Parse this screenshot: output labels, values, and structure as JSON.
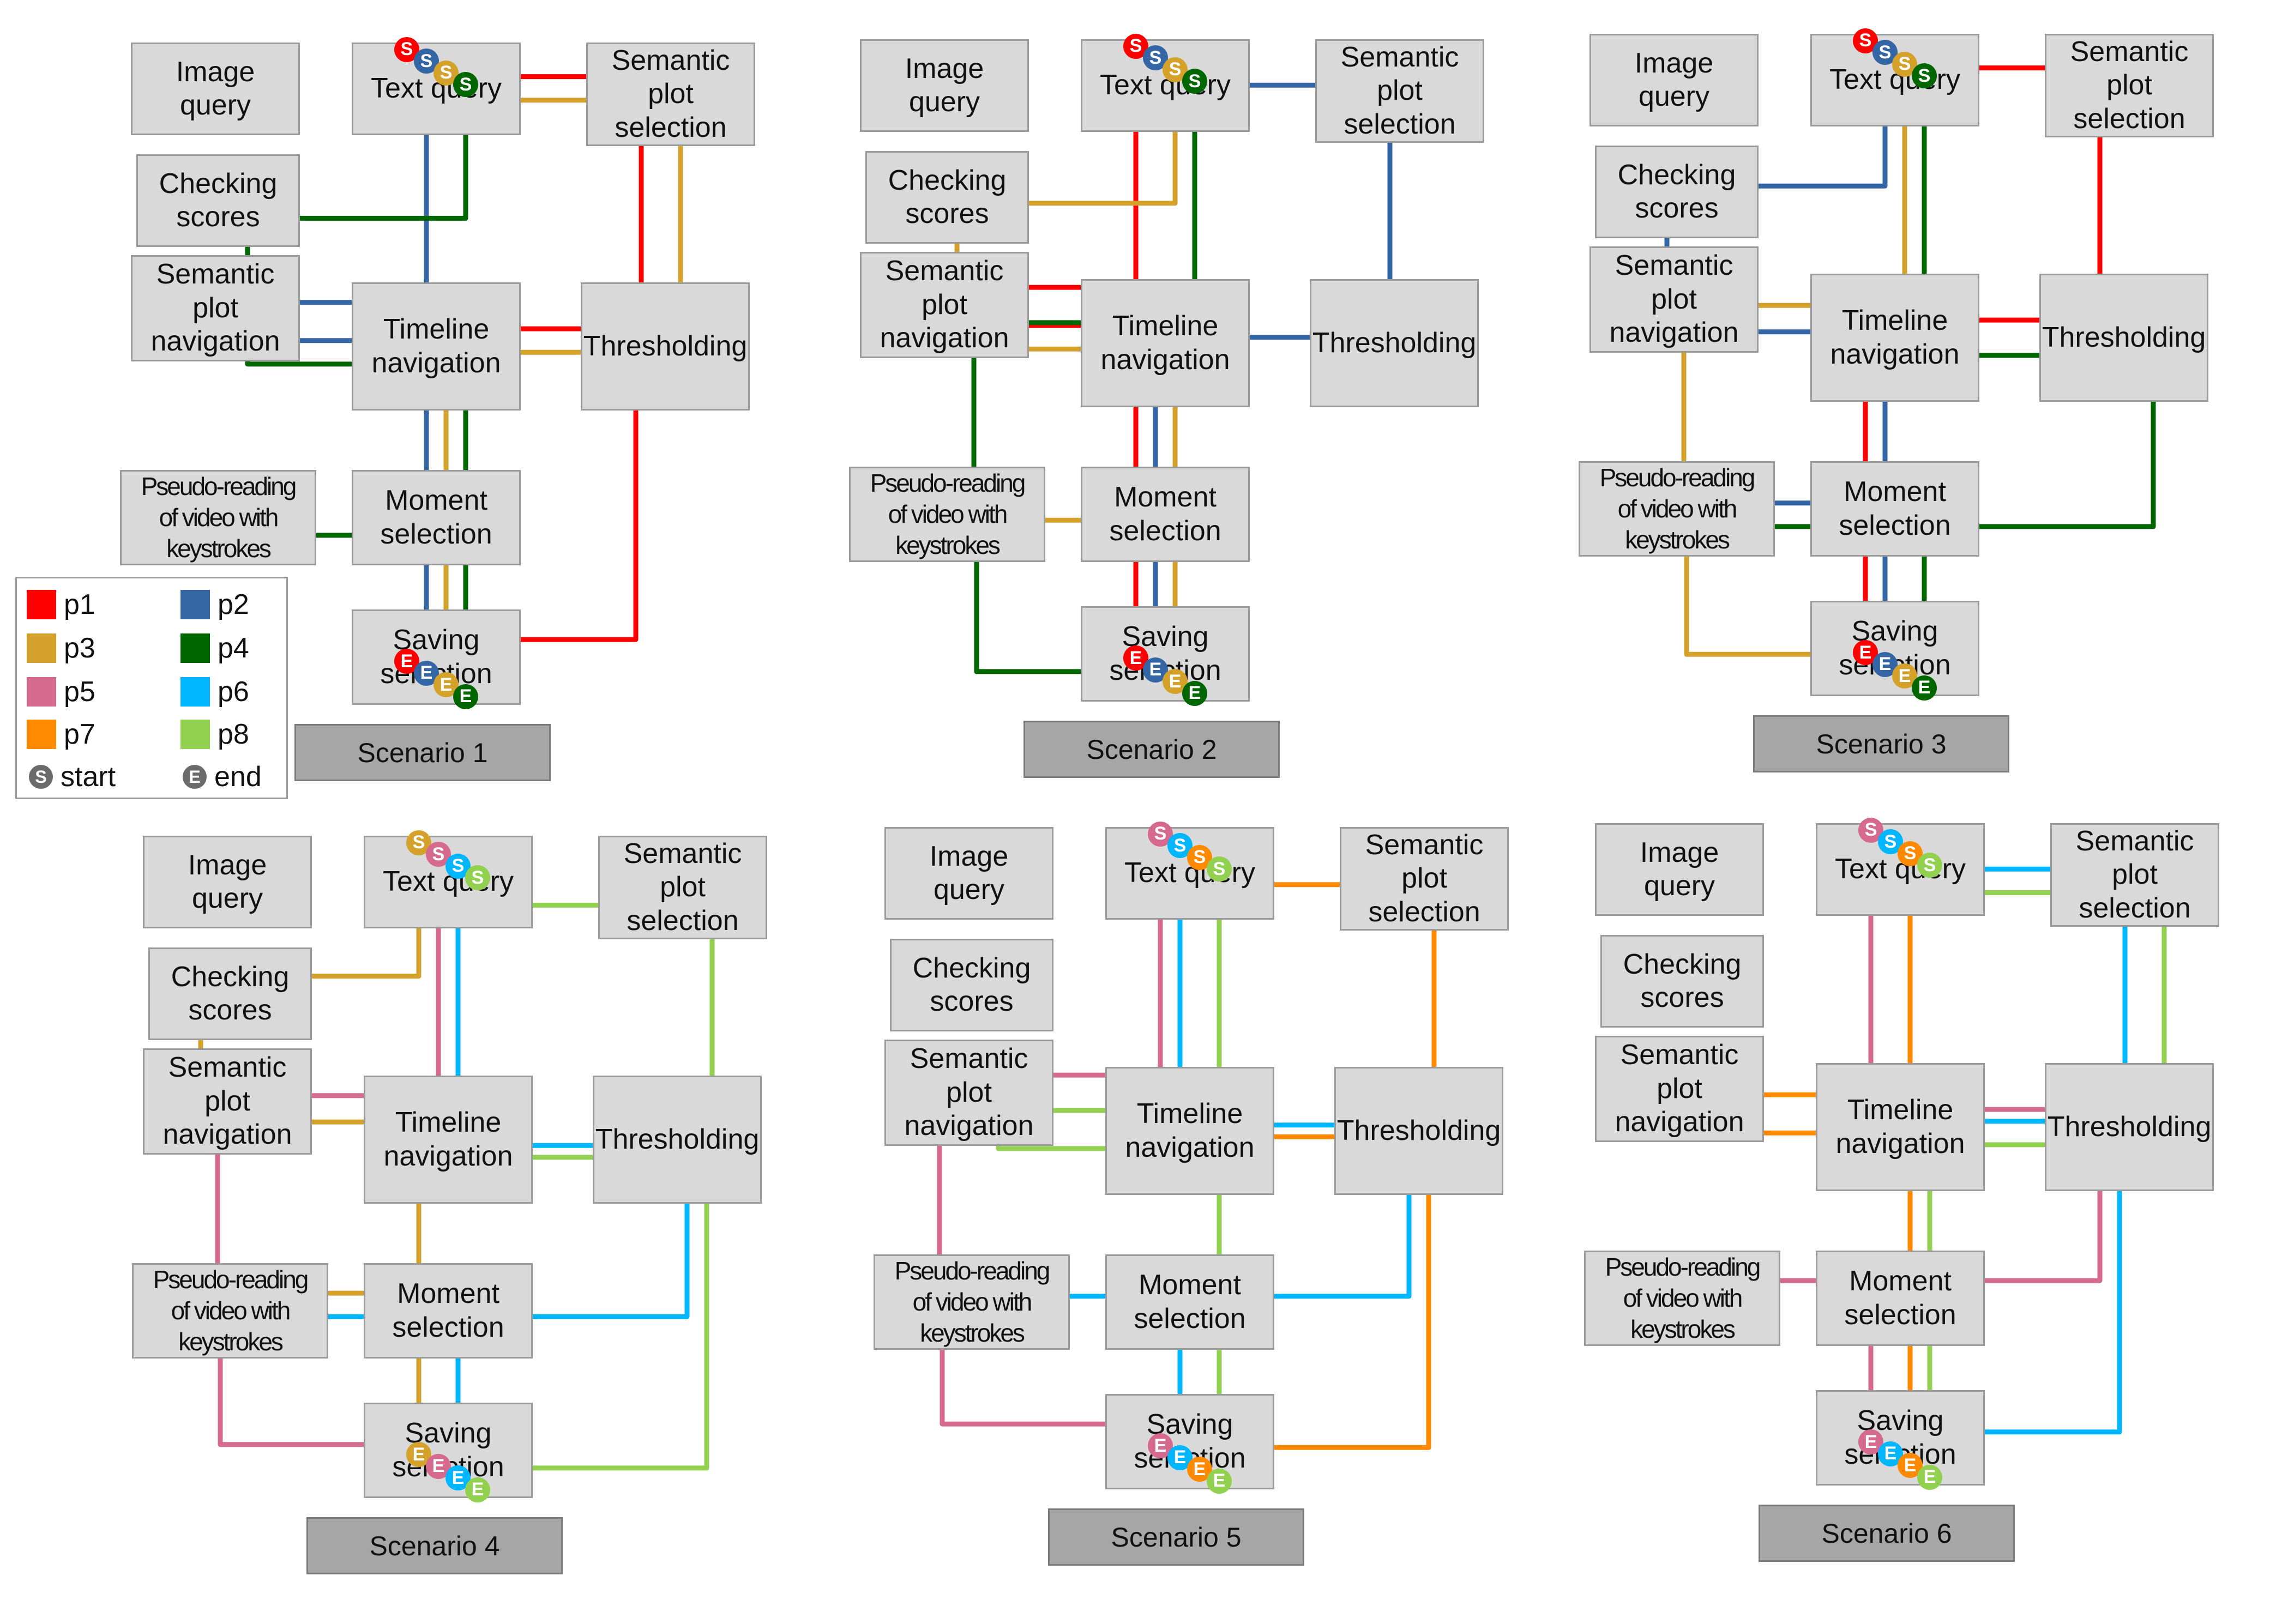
{
  "node_labels": {
    "image_query": "Image\nquery",
    "text_query": "Text query",
    "semantic_plot_selection": "Semantic\nplot\nselection",
    "checking_scores": "Checking\nscores",
    "semantic_plot_navigation": "Semantic\nplot\nnavigation",
    "timeline_navigation": "Timeline\nnavigation",
    "thresholding": "Thresholding",
    "pseudo_reading": "Pseudo-reading\nof video with\nkeystrokes",
    "moment_selection": "Moment\nselection",
    "saving_selection": "Saving\nselection"
  },
  "scenarios": [
    "Scenario 1",
    "Scenario 2",
    "Scenario 3",
    "Scenario 4",
    "Scenario 5",
    "Scenario 6"
  ],
  "legend": {
    "participants": [
      {
        "label": "p1",
        "color": "#ff0000"
      },
      {
        "label": "p2",
        "color": "#3465a4"
      },
      {
        "label": "p3",
        "color": "#d4a22a"
      },
      {
        "label": "p4",
        "color": "#006600"
      },
      {
        "label": "p5",
        "color": "#d6698e"
      },
      {
        "label": "p6",
        "color": "#00b7ff"
      },
      {
        "label": "p7",
        "color": "#ff8a00"
      },
      {
        "label": "p8",
        "color": "#92d050"
      }
    ],
    "start": {
      "symbol": "S",
      "label": "start"
    },
    "end": {
      "symbol": "E",
      "label": "end"
    }
  },
  "flows": [
    {
      "scenario": 1,
      "participants": [
        "p1",
        "p2",
        "p3",
        "p4"
      ]
    },
    {
      "scenario": 2,
      "participants": [
        "p1",
        "p2",
        "p3",
        "p4"
      ]
    },
    {
      "scenario": 3,
      "participants": [
        "p1",
        "p2",
        "p3",
        "p4"
      ]
    },
    {
      "scenario": 4,
      "participants": [
        "p3",
        "p5",
        "p6",
        "p8"
      ]
    },
    {
      "scenario": 5,
      "participants": [
        "p5",
        "p6",
        "p7",
        "p8"
      ]
    },
    {
      "scenario": 6,
      "participants": [
        "p5",
        "p6",
        "p7",
        "p8"
      ]
    }
  ]
}
